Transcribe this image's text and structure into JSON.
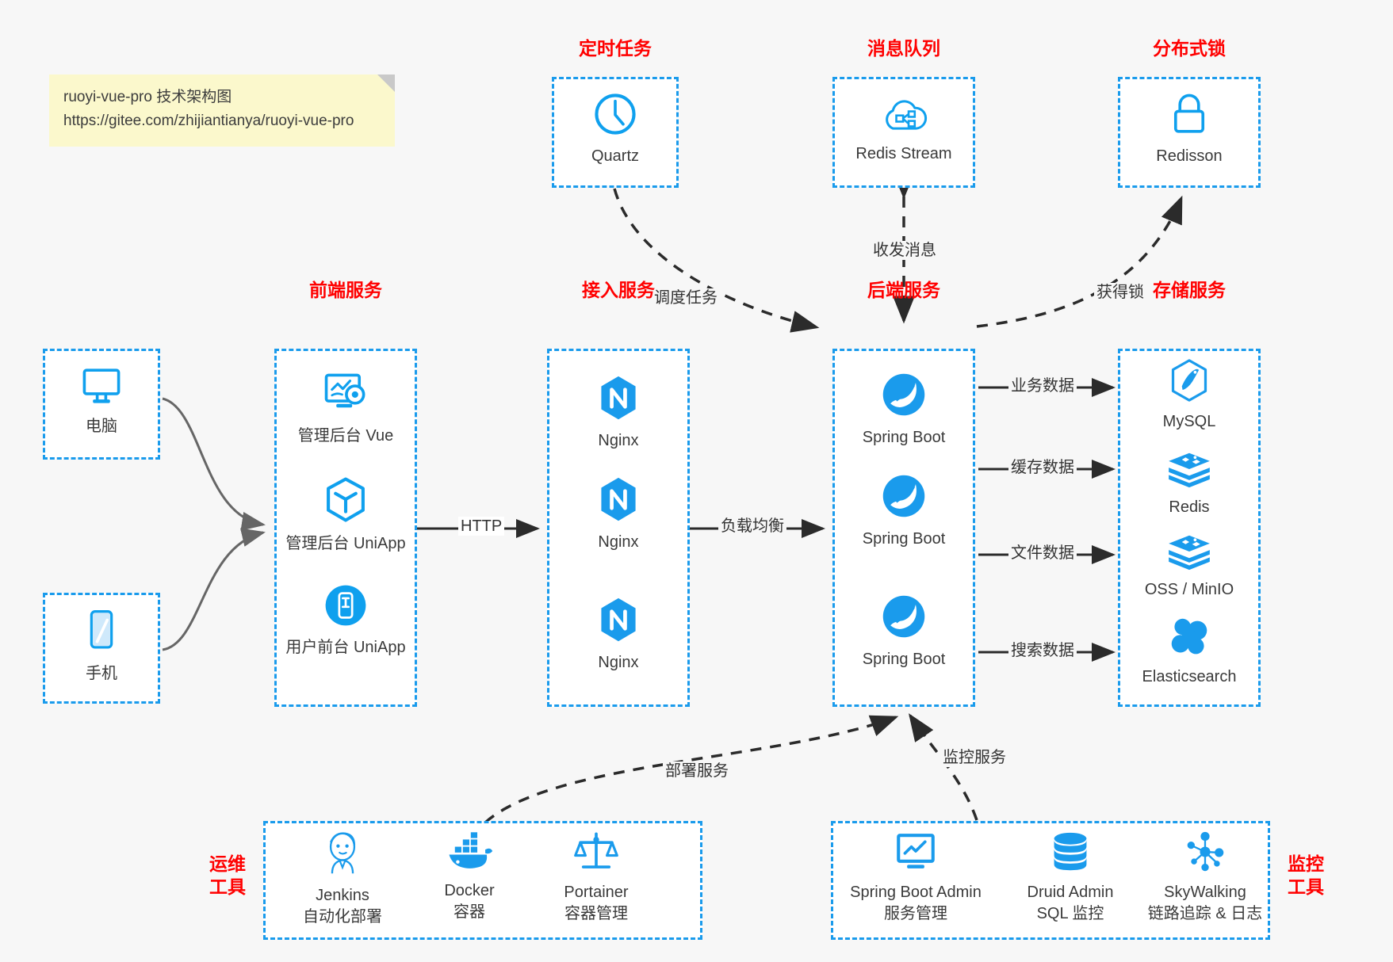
{
  "note": {
    "line1": "ruoyi-vue-pro 技术架构图",
    "line2": "https://gitee.com/zhijiantianya/ruoyi-vue-pro"
  },
  "colors": {
    "accent_blue": "#1a9bec",
    "group_label_red": "#ff0000",
    "background": "#f7f7f7",
    "box_fill": "#ffffff",
    "edge_dark": "#333333",
    "edge_gray": "#666666",
    "note_yellow": "#fbf8cc"
  },
  "groups": {
    "scheduler": {
      "label": "定时任务",
      "nodes": [
        {
          "name": "Quartz",
          "icon": "clock-icon"
        }
      ]
    },
    "mq": {
      "label": "消息队列",
      "nodes": [
        {
          "name": "Redis Stream",
          "icon": "cloud-stream-icon"
        }
      ]
    },
    "lock": {
      "label": "分布式锁",
      "nodes": [
        {
          "name": "Redisson",
          "icon": "lock-icon"
        }
      ]
    },
    "clients": {
      "nodes": [
        {
          "name": "电脑",
          "icon": "desktop-icon"
        },
        {
          "name": "手机",
          "icon": "mobile-icon"
        }
      ]
    },
    "frontend": {
      "label": "前端服务",
      "nodes": [
        {
          "name": "管理后台 Vue",
          "icon": "dashboard-gear-icon"
        },
        {
          "name": "管理后台 UniApp",
          "icon": "cube-icon"
        },
        {
          "name": "用户前台 UniApp",
          "icon": "phone-app-icon"
        }
      ]
    },
    "gateway": {
      "label": "接入服务",
      "nodes": [
        {
          "name": "Nginx",
          "icon": "nginx-icon"
        },
        {
          "name": "Nginx",
          "icon": "nginx-icon"
        },
        {
          "name": "Nginx",
          "icon": "nginx-icon"
        }
      ]
    },
    "backend": {
      "label": "后端服务",
      "nodes": [
        {
          "name": "Spring Boot",
          "icon": "spring-boot-icon"
        },
        {
          "name": "Spring Boot",
          "icon": "spring-boot-icon"
        },
        {
          "name": "Spring Boot",
          "icon": "spring-boot-icon"
        }
      ]
    },
    "storage": {
      "label": "存储服务",
      "nodes": [
        {
          "name": "MySQL",
          "icon": "mysql-icon"
        },
        {
          "name": "Redis",
          "icon": "redis-icon"
        },
        {
          "name": "OSS / MinIO",
          "icon": "oss-minio-icon"
        },
        {
          "name": "Elasticsearch",
          "icon": "elasticsearch-icon"
        }
      ]
    },
    "devops": {
      "label_line1": "运维",
      "label_line2": "工具",
      "nodes": [
        {
          "name": "Jenkins",
          "sub": "自动化部署",
          "icon": "jenkins-icon"
        },
        {
          "name": "Docker",
          "sub": "容器",
          "icon": "docker-icon"
        },
        {
          "name": "Portainer",
          "sub": "容器管理",
          "icon": "portainer-icon"
        }
      ]
    },
    "monitoring": {
      "label_line1": "监控",
      "label_line2": "工具",
      "nodes": [
        {
          "name": "Spring Boot Admin",
          "sub": "服务管理",
          "icon": "monitor-chart-icon"
        },
        {
          "name": "Druid Admin",
          "sub": "SQL 监控",
          "icon": "database-icon"
        },
        {
          "name": "SkyWalking",
          "sub": "链路追踪 & 日志",
          "icon": "skywalking-icon"
        }
      ]
    }
  },
  "edges": [
    {
      "id": "http",
      "label": "HTTP",
      "from": "frontend",
      "to": "gateway"
    },
    {
      "id": "lb",
      "label": "负载均衡",
      "from": "gateway",
      "to": "backend"
    },
    {
      "id": "schedule",
      "label": "调度任务",
      "from": "scheduler",
      "to": "backend"
    },
    {
      "id": "mq",
      "label": "收发消息",
      "from": "mq",
      "to": "backend"
    },
    {
      "id": "lock",
      "label": "获得锁",
      "from": "backend",
      "to": "lock"
    },
    {
      "id": "biz",
      "label": "业务数据",
      "from": "backend",
      "to": "storage"
    },
    {
      "id": "cache",
      "label": "缓存数据",
      "from": "backend",
      "to": "storage"
    },
    {
      "id": "file",
      "label": "文件数据",
      "from": "backend",
      "to": "storage"
    },
    {
      "id": "search",
      "label": "搜索数据",
      "from": "backend",
      "to": "storage"
    },
    {
      "id": "deploy",
      "label": "部署服务",
      "from": "devops",
      "to": "backend"
    },
    {
      "id": "monitor",
      "label": "监控服务",
      "from": "monitoring",
      "to": "backend"
    }
  ]
}
